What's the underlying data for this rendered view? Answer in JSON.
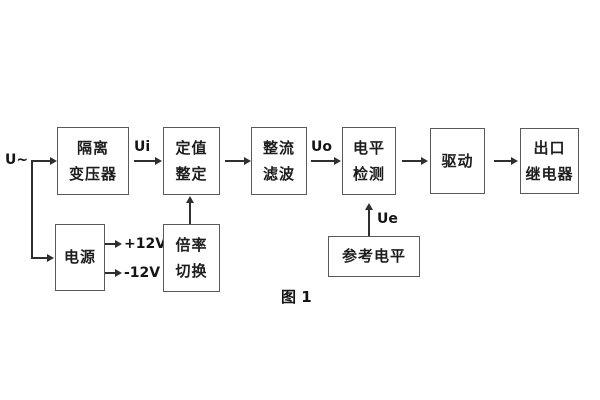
{
  "figure": {
    "caption": "图 1",
    "colors": {
      "background": "#ffffff",
      "line": "#2f2f2f",
      "box_border": "#595959",
      "text": "#1d1d1d"
    },
    "labels": {
      "input": "U~",
      "ui": "Ui",
      "uo": "Uo",
      "ue": "Ue",
      "plus_12v": "+12V",
      "minus_12v": "-12V"
    },
    "blocks": {
      "isolation_transformer": {
        "line1": "隔离",
        "line2": "变压器"
      },
      "setpoint_adjust": {
        "line1": "定值",
        "line2": "整定"
      },
      "rectify_filter": {
        "line1": "整流",
        "line2": "滤波"
      },
      "level_detect": {
        "line1": "电平",
        "line2": "检测"
      },
      "drive": {
        "label": "驱动"
      },
      "output_relay": {
        "line1": "出口",
        "line2": "继电器"
      },
      "power_supply": {
        "label": "电源"
      },
      "ratio_switch": {
        "line1": "倍率",
        "line2": "切换"
      },
      "reference_level": {
        "label": "参考电平"
      }
    }
  }
}
